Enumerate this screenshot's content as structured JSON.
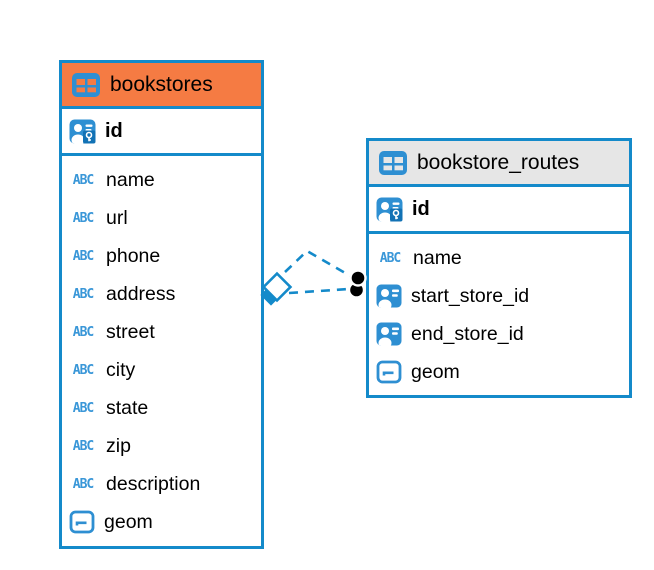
{
  "diagram": {
    "icons": {
      "text_label": "ABC"
    },
    "colors": {
      "line_blue": "#148aca",
      "icon_blue": "#2e8fd2",
      "bookstores_header": "#f57b43",
      "bookstore_routes_header": "#e6e6e6"
    },
    "connection": {
      "style": "dashed",
      "from_table": "bookstores",
      "to_table": "bookstore_routes",
      "end_markers": [
        "open-diamond",
        "filled-circles"
      ]
    },
    "tables": [
      {
        "name": "bookstores",
        "primary_key": {
          "name": "id",
          "icon": "person-key-icon"
        },
        "columns": [
          {
            "name": "name",
            "icon": "text-type-icon"
          },
          {
            "name": "url",
            "icon": "text-type-icon"
          },
          {
            "name": "phone",
            "icon": "text-type-icon"
          },
          {
            "name": "address",
            "icon": "text-type-icon"
          },
          {
            "name": "street",
            "icon": "text-type-icon"
          },
          {
            "name": "city",
            "icon": "text-type-icon"
          },
          {
            "name": "state",
            "icon": "text-type-icon"
          },
          {
            "name": "zip",
            "icon": "text-type-icon"
          },
          {
            "name": "description",
            "icon": "text-type-icon"
          },
          {
            "name": "geom",
            "icon": "geometry-type-icon"
          }
        ]
      },
      {
        "name": "bookstore_routes",
        "primary_key": {
          "name": "id",
          "icon": "person-key-icon"
        },
        "columns": [
          {
            "name": "name",
            "icon": "text-type-icon"
          },
          {
            "name": "start_store_id",
            "icon": "person-icon"
          },
          {
            "name": "end_store_id",
            "icon": "person-icon"
          },
          {
            "name": "geom",
            "icon": "geometry-type-icon"
          }
        ]
      }
    ]
  }
}
